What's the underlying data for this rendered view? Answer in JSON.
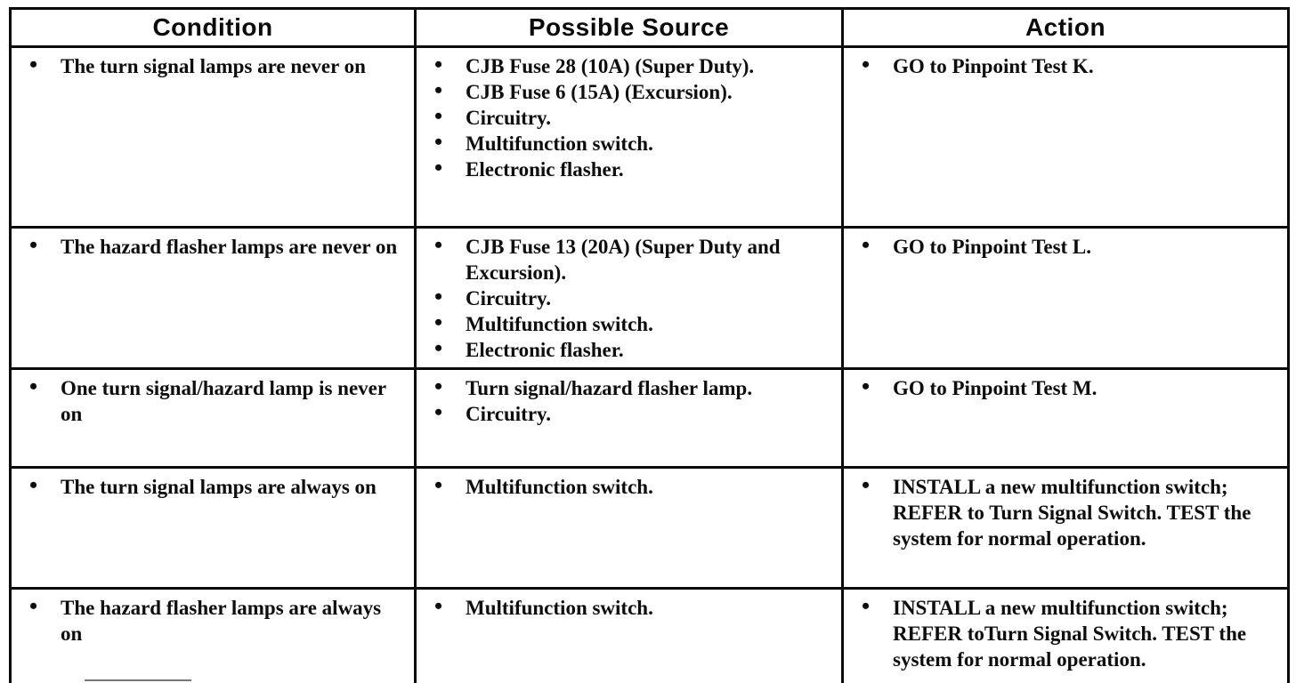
{
  "table": {
    "headers": [
      "Condition",
      "Possible Source",
      "Action"
    ],
    "rows": [
      {
        "condition": [
          "The turn signal lamps are never on"
        ],
        "sources": [
          "CJB Fuse 28 (10A) (Super Duty).",
          "CJB Fuse 6 (15A) (Excursion).",
          "Circuitry.",
          "Multifunction switch.",
          "Electronic flasher."
        ],
        "actions": [
          "GO to Pinpoint Test K."
        ]
      },
      {
        "condition": [
          "The hazard flasher lamps are never on"
        ],
        "sources": [
          "CJB Fuse 13 (20A) (Super Duty and Excursion).",
          "Circuitry.",
          "Multifunction switch.",
          "Electronic flasher."
        ],
        "actions": [
          "GO to Pinpoint Test L."
        ]
      },
      {
        "condition": [
          "One turn signal/hazard lamp is never on"
        ],
        "sources": [
          "Turn signal/hazard flasher lamp.",
          "Circuitry."
        ],
        "actions": [
          "GO to Pinpoint Test M."
        ]
      },
      {
        "condition": [
          "The turn signal lamps are always on"
        ],
        "sources": [
          "Multifunction switch."
        ],
        "actions": [
          "INSTALL a new multifunction switch; REFER to  Turn Signal Switch. TEST the system for normal operation."
        ]
      },
      {
        "condition": [
          "The hazard flasher lamps are always on"
        ],
        "sources": [
          "Multifunction switch."
        ],
        "actions": [
          "INSTALL a new multifunction switch; REFER toTurn Signal Switch.  TEST the system for normal operation."
        ]
      }
    ]
  }
}
